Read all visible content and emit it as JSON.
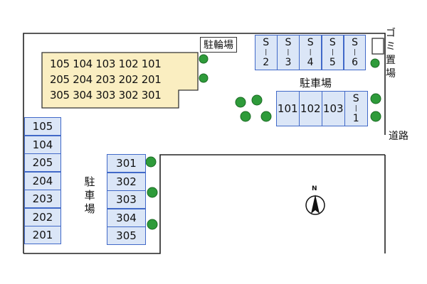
{
  "building": {
    "rows": [
      "105 104 103 102 101",
      "205 204 203 202 201",
      "305 304 303 302 301"
    ],
    "fill": "#faeec1"
  },
  "bicycle_parking": "駐輪場",
  "garbage": "ゴミ置場",
  "road": "道路",
  "compass": "N",
  "parking_top": {
    "label": "駐車場",
    "s_row": [
      "S-2",
      "S-3",
      "S-4",
      "S-5",
      "S-6"
    ],
    "lower_row": [
      "101",
      "102",
      "103",
      "S-1"
    ]
  },
  "parking_left": {
    "label": "駐車場",
    "west_column": [
      "105",
      "104",
      "205",
      "204",
      "203",
      "202",
      "201"
    ],
    "center_column": [
      "301",
      "302",
      "303",
      "304",
      "305"
    ]
  },
  "colors": {
    "stall_fill": "#dbe6f7",
    "stall_border": "#4169c8",
    "tree": "#2e9b3a"
  }
}
